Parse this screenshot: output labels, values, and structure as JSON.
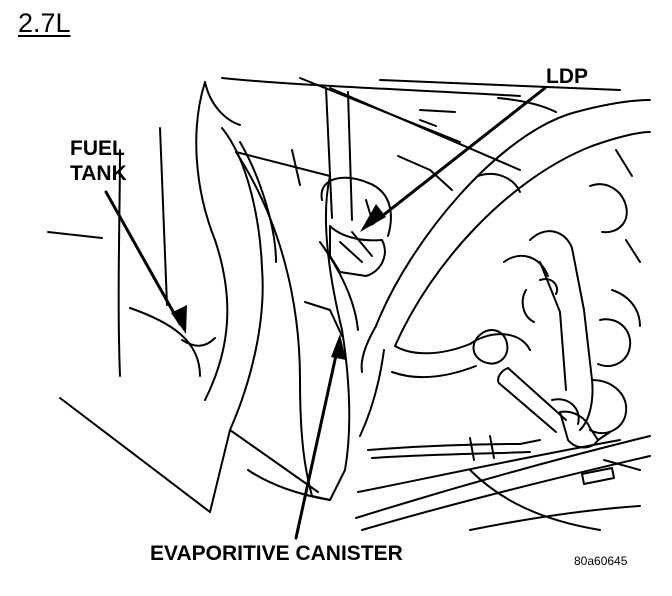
{
  "figure": {
    "engine": "2.7L",
    "labels": {
      "ldp": "LDP",
      "fuel_tank_line1": "FUEL",
      "fuel_tank_line2": "TANK",
      "canister": "EVAPORITIVE CANISTER"
    },
    "figure_id": "80a60645"
  }
}
